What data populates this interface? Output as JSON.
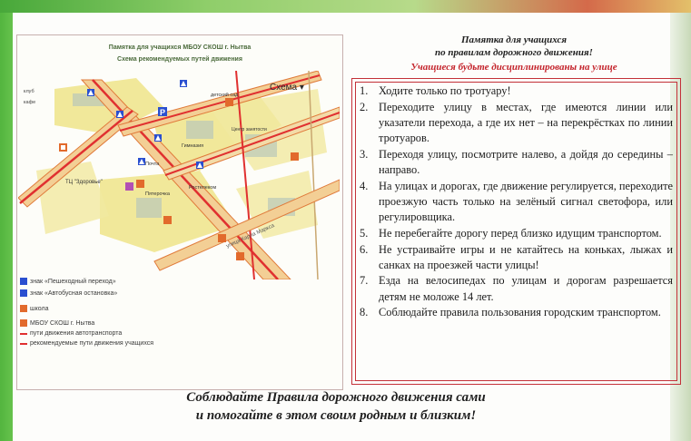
{
  "map": {
    "title": "Памятка для учащихся МБОУ СКОШ г. Нытва",
    "subtitle": "Схема рекомендуемых путей движения",
    "schema_label": "Схема",
    "place_labels": [
      "клуб",
      "кафе",
      "ТЦ \"Здоровье\"",
      "детский сад",
      "Центр занятости населения",
      "Ростелеком",
      "Пятерочка",
      "Гимназия",
      "Почта"
    ],
    "street_label": "улица Карла Маркса",
    "legend": [
      {
        "label": "знак «Пешеходный переход»",
        "color": "#2a4fd0"
      },
      {
        "label": "знак «Автобусная остановка»",
        "color": "#2a4fd0"
      },
      {
        "label": "школа",
        "color": "#e26a2c"
      },
      {
        "label": "МБОУ СКОШ г. Нытва",
        "color": "#e26a2c"
      },
      {
        "label": "пути движения автотранспорта",
        "color": "#e03030"
      },
      {
        "label": "рекомендуемые пути движения учащихся",
        "color": "#e03030"
      }
    ]
  },
  "memo": {
    "title_line1": "Памятка для учащихся",
    "title_line2": "по правилам дорожного движения!",
    "warning": "Учащиеся будьте дисциплинированы на улице",
    "rules": [
      {
        "num": "1.",
        "text": "Ходите только по тротуару!"
      },
      {
        "num": "2.",
        "text": "Переходите улицу в местах, где имеются линии или указатели перехода, а где их нет – на перекрёстках по линии тротуаров."
      },
      {
        "num": "3.",
        "text": "Переходя улицу, посмотрите налево, а дойдя до середины – направо."
      },
      {
        "num": "4.",
        "text": "На улицах и дорогах, где движение регулируется, переходите проезжую часть только на зелёный сигнал светофора, или регулировщика."
      },
      {
        "num": "5.",
        "text": "Не перебегайте дорогу перед близко идущим транспортом."
      },
      {
        "num": "6.",
        "text": "Не устраивайте игры и не катайтесь на коньках, лыжах и санках на проезжей части улицы!"
      },
      {
        "num": "7.",
        "text": "Езда на велосипедах по улицам и дорогам разрешается детям не моложе 14 лет."
      },
      {
        "num": "8.",
        "text": "Соблюдайте правила пользования городским транспортом."
      }
    ]
  },
  "footer": {
    "line1": "Соблюдайте Правила дорожного движения сами",
    "line2": "и помогайте в этом своим родным и близким!"
  },
  "colors": {
    "accent_red": "#c4242c",
    "frame_green": "#53b53f",
    "road_red": "#e03030",
    "map_yellow": "#efe48a"
  }
}
